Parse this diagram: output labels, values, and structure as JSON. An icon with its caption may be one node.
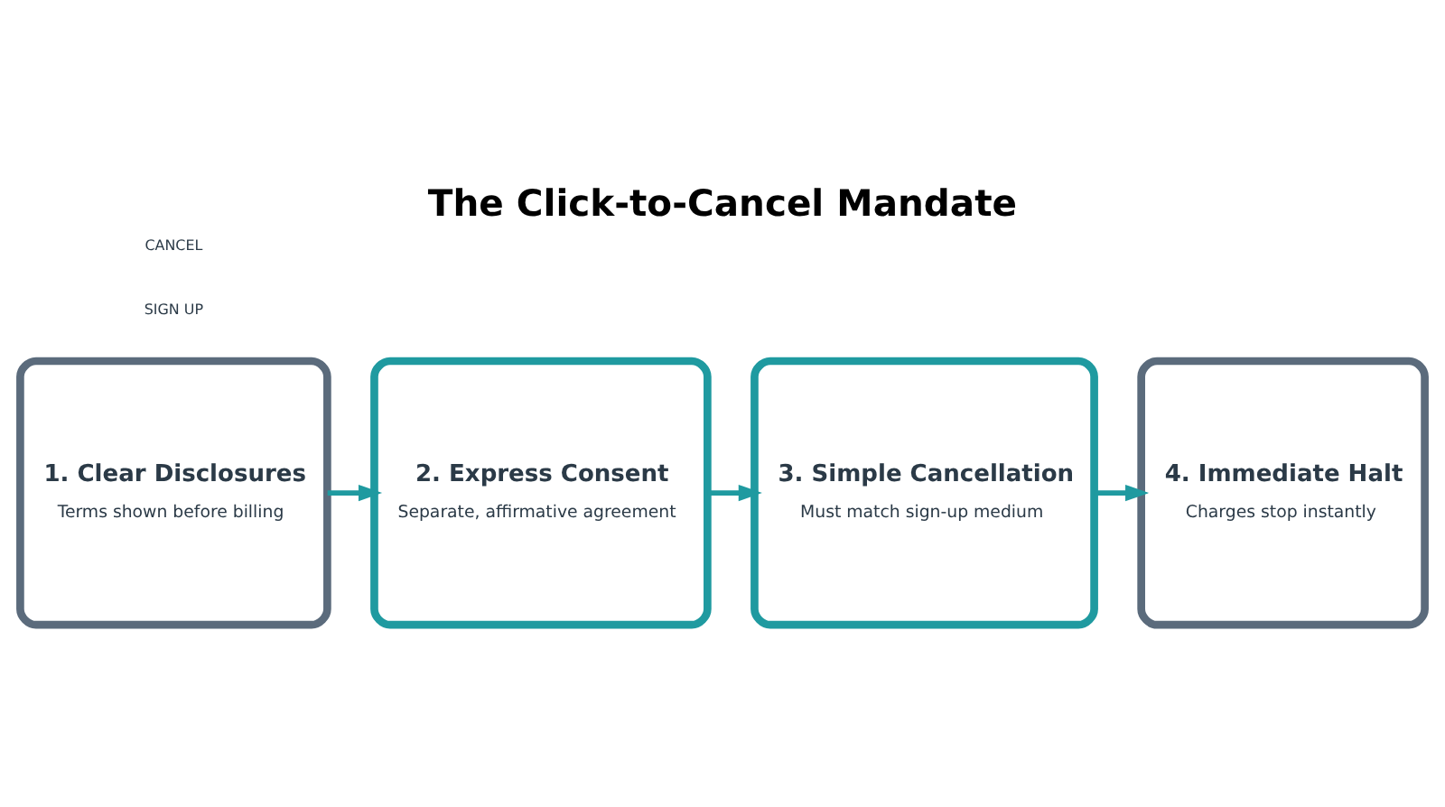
{
  "diagram": {
    "title": "The Click-to-Cancel Mandate",
    "nodes": [
      {
        "text": [
          "1. Clear Disclosures",
          "Terms shown before billing"
        ]
      },
      {
        "text": [
          "2. Express Consent",
          "Separate, affirmative agreement"
        ]
      },
      {
        "text": [
          "3. Simple Cancellation",
          "Must match sign-up medium"
        ]
      },
      {
        "text": [
          "4. Immediate Halt",
          "Charges stop instantly"
        ]
      }
    ],
    "edges": [
      {
        "from": 0,
        "to": 1,
        "arrow": "to"
      },
      {
        "from": 1,
        "to": 2,
        "arrow": "to"
      },
      {
        "from": 2,
        "to": 3,
        "arrow": "to"
      }
    ],
    "labels": [
      "CANCEL",
      "SIGN UP"
    ]
  }
}
